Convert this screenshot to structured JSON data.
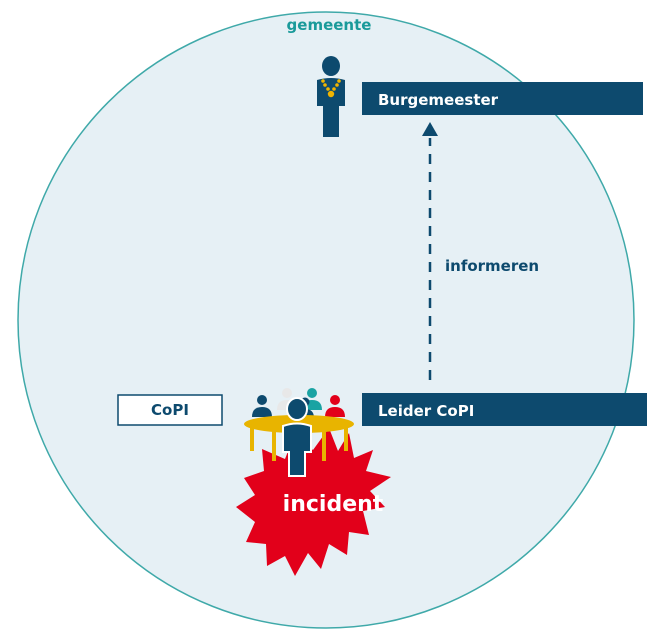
{
  "diagram": {
    "region_label": "gemeente",
    "mayor_label": "Burgemeester",
    "arrow_label": "informeren",
    "copi_label": "CoPI",
    "leader_label": "Leider CoPI",
    "incident_label": "incident"
  },
  "colors": {
    "circle_fill": "#e6f0f5",
    "circle_stroke": "#3fa9a9",
    "region_text": "#1a9a9a",
    "navy": "#0d4a6e",
    "white": "#ffffff",
    "incident_red": "#e2001a",
    "table_yellow": "#e8b400",
    "person_teal": "#1aa3a3",
    "person_red": "#e2001a",
    "person_light": "#eeeeee",
    "mayor_chain_gold": "#f0b400"
  }
}
